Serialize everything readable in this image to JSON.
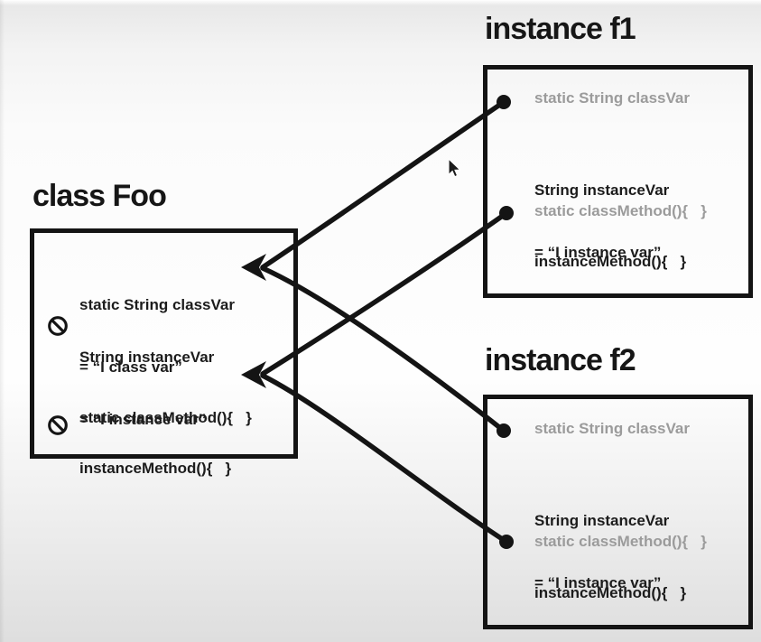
{
  "colors": {
    "ink": "#161616",
    "gray_text": "#9b9b9b",
    "background_top": "#e8e8e8",
    "background_middle": "#fefefe",
    "background_bottom": "#dedede"
  },
  "class_box": {
    "title": "class Foo",
    "members": [
      {
        "line1": "static String classVar",
        "line2": "= “I class var”",
        "banned": false
      },
      {
        "line1": "String instanceVar",
        "line2": "= “I instance var”",
        "banned": true
      },
      {
        "line1": "static classMethod(){   }",
        "line2": "",
        "banned": false
      },
      {
        "line1": "instanceMethod(){   }",
        "line2": "",
        "banned": true
      }
    ]
  },
  "instances": [
    {
      "title": "instance f1",
      "members": [
        {
          "text": "static String classVar",
          "variant": "class-reference"
        },
        {
          "line1": "String instanceVar",
          "line2": "= “I instance var”",
          "variant": "own"
        },
        {
          "text": "static classMethod(){   }",
          "variant": "class-reference"
        },
        {
          "text": "instanceMethod(){   }",
          "variant": "own"
        }
      ]
    },
    {
      "title": "instance f2",
      "members": [
        {
          "text": "static String classVar",
          "variant": "class-reference"
        },
        {
          "line1": "String instanceVar",
          "line2": "= “I instance var”",
          "variant": "own"
        },
        {
          "text": "static classMethod(){   }",
          "variant": "class-reference"
        },
        {
          "text": "instanceMethod(){   }",
          "variant": "own"
        }
      ]
    }
  ],
  "connections": [
    {
      "from": "instance f1 static String classVar",
      "to": "class Foo static String classVar"
    },
    {
      "from": "instance f2 static String classVar",
      "to": "class Foo static String classVar"
    },
    {
      "from": "instance f1 static classMethod()",
      "to": "class Foo static classMethod()"
    },
    {
      "from": "instance f2 static classMethod()",
      "to": "class Foo static classMethod()"
    }
  ],
  "icons": {
    "prohibited": "circle-with-backslash",
    "connector_dot": "filled-circle",
    "arrowhead": "left-pointing-arrow",
    "cursor": "mouse-pointer"
  }
}
